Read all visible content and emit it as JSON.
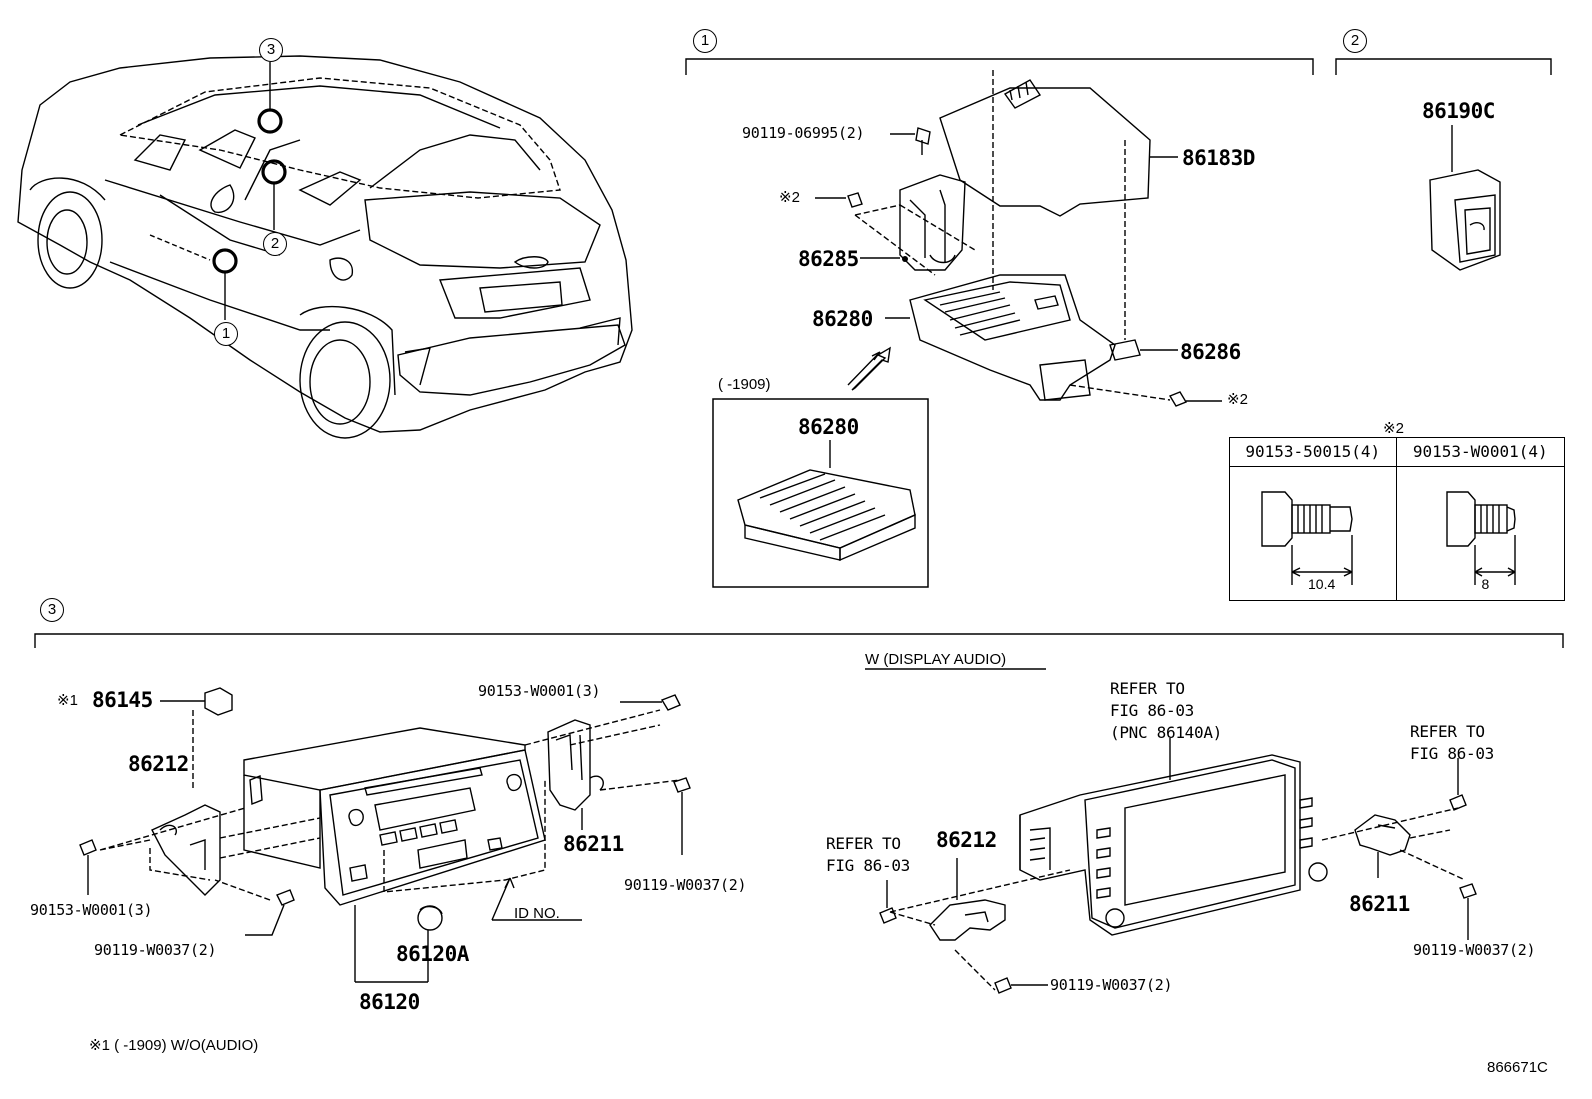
{
  "callouts": {
    "c1": "1",
    "c2": "2",
    "c3": "3",
    "car_c1": "1",
    "car_c2": "2",
    "car_c3": "3"
  },
  "section1": {
    "part_86183D": "86183D",
    "screw_top": "90119-06995(2)",
    "mark2_left": "※2",
    "part_86285": "86285",
    "part_86280": "86280",
    "part_86286": "86286",
    "mark2_right": "※2",
    "variant_note": "(      -1909)",
    "inset_part": "86280"
  },
  "section2": {
    "part_86190C": "86190C"
  },
  "bolt_table": {
    "mark": "※2",
    "columns": [
      {
        "part": "90153-50015(4)",
        "dimension": "10.4"
      },
      {
        "part": "90153-W0001(4)",
        "dimension": "8"
      }
    ]
  },
  "section3": {
    "w_heading": "W (DISPLAY AUDIO)",
    "mark1": "※1",
    "part_86145": "86145",
    "part_86212_left": "86212",
    "screw_90153_top": "90153-W0001(3)",
    "part_86211_left": "86211",
    "screw_90119_right_of_left": "90119-W0037(2)",
    "screw_90153_left": "90153-W0001(3)",
    "screw_90119_bottom_left": "90119-W0037(2)",
    "id_no": "ID NO.",
    "part_86120A": "86120A",
    "part_86120": "86120",
    "refer_center": [
      "REFER TO",
      "FIG 86-03",
      "(PNC 86140A)"
    ],
    "refer_left": [
      "REFER TO",
      "FIG 86-03"
    ],
    "refer_right": [
      "REFER TO",
      "FIG 86-03"
    ],
    "part_86212_right": "86212",
    "part_86211_right": "86211",
    "screw_90119_bottom_center": "90119-W0037(2)",
    "screw_90119_bottom_right": "90119-W0037(2)"
  },
  "footnote": "※1 (      -1909) W/O(AUDIO)",
  "figure_id": "866671C"
}
